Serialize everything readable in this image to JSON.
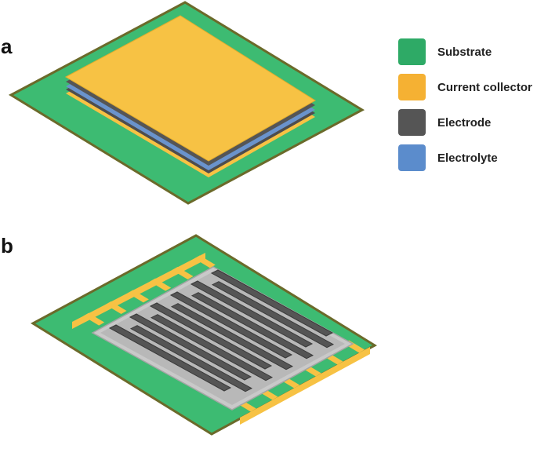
{
  "panels": {
    "a": {
      "label": "a"
    },
    "b": {
      "label": "b"
    }
  },
  "legend": [
    {
      "key": "substrate",
      "label": "Substrate",
      "color": "#2eaa66"
    },
    {
      "key": "current-collector",
      "label": "Current collector",
      "color": "#f5b133"
    },
    {
      "key": "electrode",
      "label": "Electrode",
      "color": "#555555"
    },
    {
      "key": "electrolyte",
      "label": "Electrolyte",
      "color": "#5b8ccc"
    }
  ],
  "colors": {
    "substrate": "#3dbb72",
    "substrate_border": "#6b6a2a",
    "current_collector": "#f7c244",
    "electrode": "#555555",
    "electrode_dark": "#3a3a3a",
    "electrolyte": "#6a93cc",
    "frame": "#c9c9c9"
  },
  "panel_b": {
    "electrode_fingers": 11,
    "collector_comb_teeth": 6
  }
}
